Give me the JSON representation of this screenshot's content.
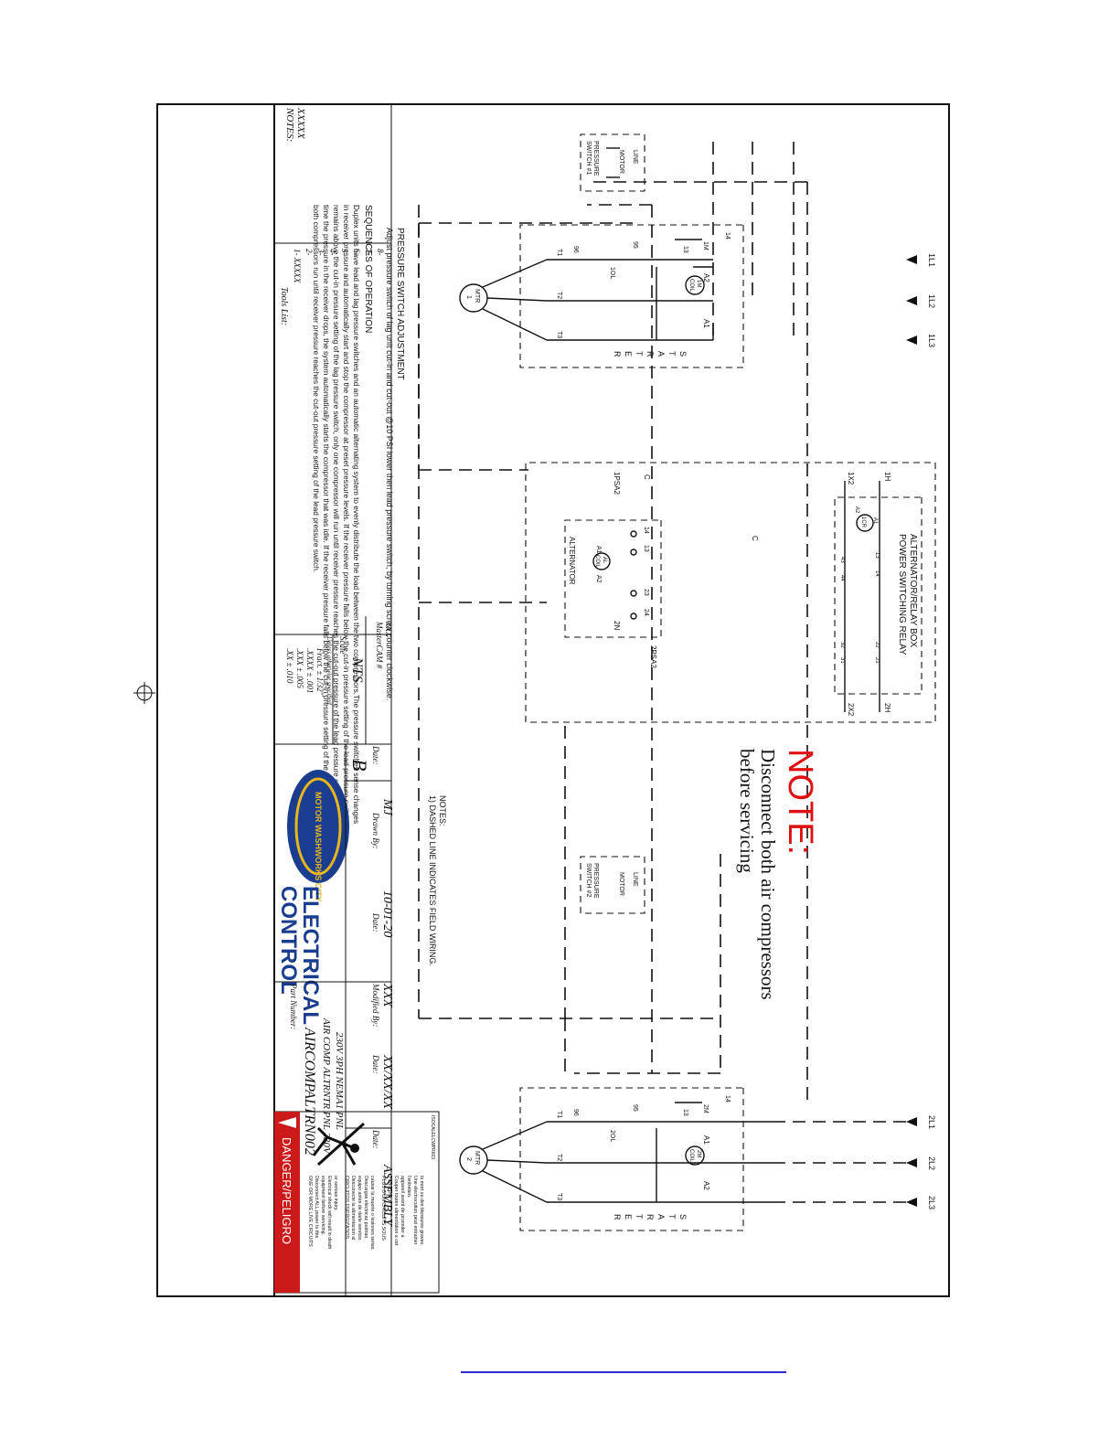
{
  "diagram": {
    "terminals": {
      "motor1_lines": [
        "1L1",
        "1L2",
        "1L3"
      ],
      "motor2_lines": [
        "2L1",
        "2L2",
        "2L3"
      ],
      "phase": [
        "T1",
        "T2",
        "T3"
      ]
    },
    "starter1": {
      "contacts": [
        "14",
        "13",
        "1M",
        "96",
        "95",
        "1OL",
        "A2",
        "A1"
      ],
      "coil": [
        "1M",
        "COIL"
      ],
      "motor": [
        "MTR",
        "1"
      ],
      "starter_label": [
        "S",
        "T",
        "A",
        "R",
        "T",
        "E",
        "R"
      ]
    },
    "starter2": {
      "contacts": [
        "14",
        "13",
        "2M",
        "96",
        "95",
        "2OL",
        "A2",
        "A1"
      ],
      "coil": [
        "2M",
        "COIL"
      ],
      "motor": [
        "MTR",
        "2"
      ],
      "starter_label": [
        "S",
        "T",
        "A",
        "R",
        "T",
        "E",
        "R"
      ]
    },
    "pressure_switch_1": [
      "LINE",
      "MOTOR",
      "PRESSURE",
      "SWITCH #1"
    ],
    "pressure_switch_2": [
      "LINE",
      "MOTOR",
      "PRESSURE",
      "SWITCH #2"
    ],
    "relay_box": {
      "title": "ALTERNATOR/RELAY BOX",
      "subtitle": "POWER SWITCHING RELAY",
      "terminals": [
        "1H",
        "1X2",
        "2H",
        "2X2",
        "C",
        "1PSA2",
        "2PSA2",
        "2N",
        "C"
      ],
      "relay_labels": [
        "1CR",
        "A1",
        "A2",
        "13",
        "14",
        "43",
        "44",
        "22",
        "21",
        "32",
        "31"
      ],
      "alternator": {
        "label": "ALTERNATOR",
        "pins": [
          "14",
          "13",
          "23",
          "24",
          "A1",
          "A2"
        ],
        "coil": [
          "AL",
          "COIL"
        ]
      }
    },
    "notes_heading": "NOTES:",
    "field_wiring_note": "1) DASHED LINE INDICATES FIELD WIRING.",
    "adjustment_heading": "PRESSURE SWITCH ADJUSTMENT",
    "adjustment_text": "Adjust pressure switch of lag unit cut-in and cut-out @10 PSI lower then lead pressure switch, by turning screw counter clockwise.",
    "sequence_heading": "SEQUENCES OF OPERATION",
    "sequence_lines": [
      "Duplex units have lead and lag pressure switches and an automatic alternating system to evenly distribute the load between the two compressors.The pressure switches sense changes",
      "in receiver pressure and automatically start and stop the compressor at preset pressure levels. If the receiver pressure falls below the cut-in pressure setting of the lead pressure switch but",
      "remains above the cut-in pressure setting of the lag pressure switch, only one compressor will run until receiver pressure reaches the cut-out pressure of the lead pressure switch. The next",
      "time the pressure in the receiver drops, the system automatically starts the compressor that was idle. If the receiver pressure falls below the cut-in pressure setting of the lag pressure switch,",
      "both compressors run until receiver pressure reaches the cut-out pressure setting of the lead pressure switch."
    ],
    "note_big": "NOTE:",
    "note_line1": "Disconnect both air compressors",
    "note_line2": "before servicing",
    "danger": {
      "header": "DANGER/PELIGRO",
      "en": [
        "ONE OR MORE LIVE CIRCUITS",
        "Disconnect ALL power to this",
        "equipment before servicing.",
        "Electrical shock will result in death",
        "or serious injury."
      ],
      "es": [
        "CIRCUITOS ENERGIZADOS",
        "Desconecte la alimentacion al",
        "equipo antes de darle servicio.",
        "Descargas electricas podrian",
        "causar la muerte o lesiones serias."
      ],
      "fr": [
        "PLUS D'UN CIRCUITS SOUS",
        "TENSION",
        "Couper toutes alimentation a cet",
        "appareil avant de proceder a",
        "l'entretien.",
        "Une electrocution peut entrainer",
        "la mort ou des blessures graves."
      ],
      "code": "ISOCALELCWPR603"
    }
  },
  "title_block": {
    "notes_label": "NOTES:",
    "notes_value": "XXXXX",
    "tools_label": "Tools List:",
    "tools_items": [
      "1- XXXXX",
      "2-",
      "3-",
      "4-",
      "5-",
      "6-",
      "7-",
      "8-"
    ],
    "tolerances": [
      ".XX ± .010",
      ".XXX ± .005",
      ".XXXX ± .001",
      "Fract. ± 1/32\"",
      "Unless otherwise specified"
    ],
    "scale_label": "Scale",
    "scale_value": "NTS",
    "mastercam_label": "MasterCAM #",
    "mastercam_value": "XXX",
    "date_label": "Date:",
    "revision": "B",
    "drawn_by_label": "Drawn By:",
    "drawn_by_value": "MJ",
    "drawn_date": "10-01-20",
    "modified_by_label": "Modified By:",
    "modified_by_value": "XXX",
    "modified_date": "XX/XX/XX",
    "part_number_label": "Part Number:",
    "part_number_value": "AIRCOMPALTRN002",
    "description_line1": "AIR COMP ALTRNTR PNL 230V",
    "description_line2": "230V 3PH NEMA1 PNL",
    "assembly": "ASSEMBLY",
    "logo_line1": "ELECTRICAL",
    "logo_line2": "CONTROL",
    "logo_badge": "MOTOR WASHWORKS CITY"
  },
  "colors": {
    "note_red": "#e01010",
    "danger_red": "#cc1a1a",
    "logo_blue": "#1a3d8f",
    "logo_gold": "#e7b51c",
    "link_blue": "#2b2bd8"
  }
}
